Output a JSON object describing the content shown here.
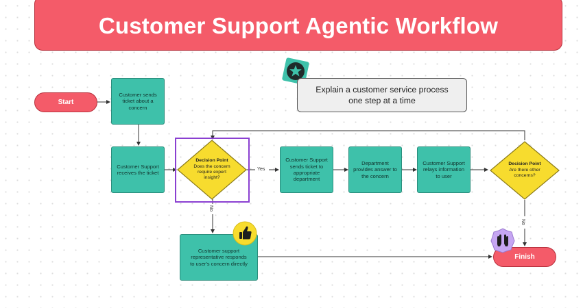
{
  "title": "Customer Support Agentic Workflow",
  "callout": {
    "line1": "Explain a customer service process",
    "line2": "one step at a time"
  },
  "nodes": {
    "start": "Start",
    "finish": "Finish",
    "sends_ticket": "Customer sends ticket about a concern",
    "receives_ticket": "Customer Support receives the ticket",
    "decision1_title": "Decision Point",
    "decision1_text": "Does the concern require expert insight?",
    "sends_to_dept": "Customer Support sends ticket to appropriate department",
    "dept_answer": "Department provides answer to the concern",
    "relays_info": "Customer Support relays information to user",
    "decision2_title": "Decision Point",
    "decision2_text": "Are there other concerns?",
    "responds_directly": "Customer support representative responds to user's concern directly"
  },
  "edge_labels": {
    "yes": "Yes",
    "no1": "No",
    "no2": "No"
  },
  "colors": {
    "banner": "#f45b69",
    "process": "#3ec1aa",
    "decision": "#f7dc2e",
    "selection": "#8a3fd1"
  },
  "icons": [
    "star-icon",
    "thumbs-up-icon",
    "raised-hands-icon"
  ]
}
